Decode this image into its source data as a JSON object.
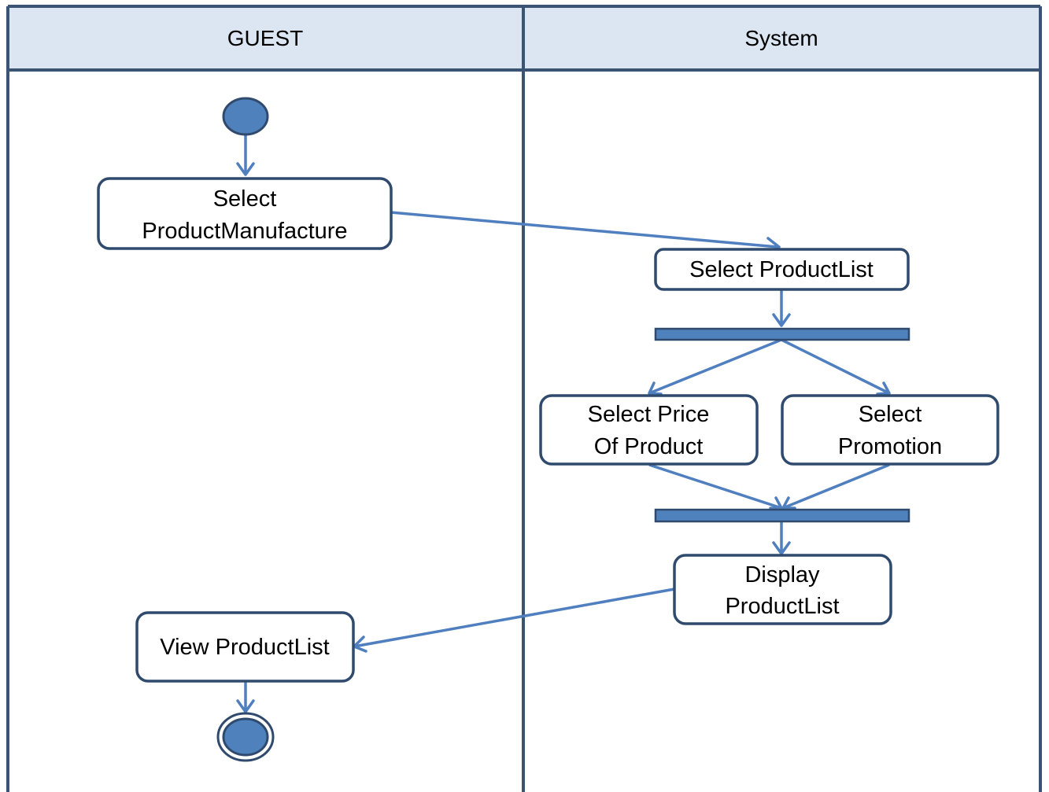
{
  "swimlanes": {
    "guest": {
      "title": "GUEST"
    },
    "system": {
      "title": "System"
    }
  },
  "activities": {
    "select_manufacture": {
      "line1": "Select",
      "line2": "ProductManufacture"
    },
    "select_productlist": {
      "line1": "Select ProductList"
    },
    "select_price": {
      "line1": "Select Price",
      "line2": "Of Product"
    },
    "select_promotion": {
      "line1": "Select",
      "line2": "Promotion"
    },
    "display_productlist": {
      "line1": "Display",
      "line2": "ProductList"
    },
    "view_productlist": {
      "line1": "View ProductList"
    }
  },
  "colors": {
    "header_fill": "#dce6f2",
    "lane_border": "#3b5474",
    "node_fill": "#4f81bd",
    "flow_line": "#4f7fbf"
  }
}
